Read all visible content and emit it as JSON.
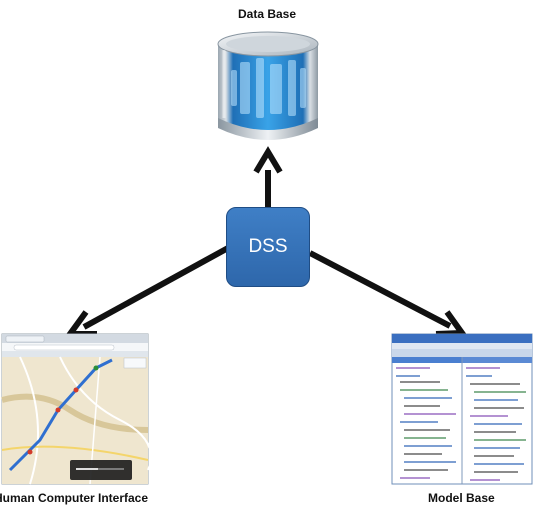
{
  "nodes": {
    "dss": {
      "label": "DSS"
    },
    "database": {
      "label": "Data Base"
    },
    "hci": {
      "label": "Human Computer Interface"
    },
    "model_base": {
      "label": "Model Base"
    }
  },
  "edges": [
    {
      "from": "dss",
      "to": "database"
    },
    {
      "from": "dss",
      "to": "hci"
    },
    {
      "from": "dss",
      "to": "model_base"
    }
  ],
  "colors": {
    "dss_fill": "#3b78c2",
    "dss_border": "#1f4d85",
    "arrow": "#111111",
    "cylinder": "#2a8fd6"
  },
  "icons": {
    "database": "database-cylinder-icon",
    "hci": "browser-map-screenshot",
    "model_base": "code-editor-screenshot"
  }
}
